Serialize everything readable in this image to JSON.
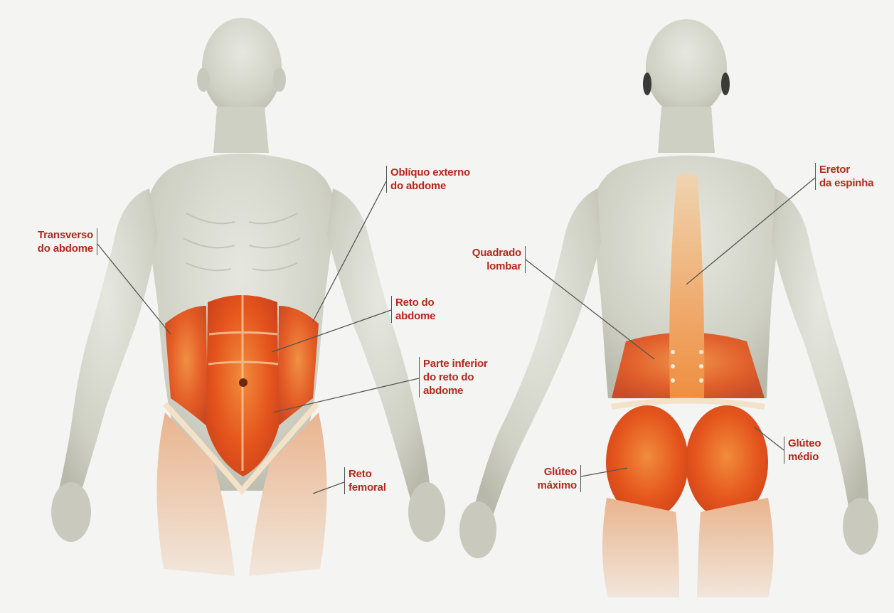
{
  "labels": {
    "obliquo_externo": [
      "Oblíquo externo",
      "do abdome"
    ],
    "transverso": [
      "Transverso",
      "do abdome"
    ],
    "reto_abdome": [
      "Reto do",
      "abdome"
    ],
    "parte_inferior": [
      "Parte inferior",
      "do reto do",
      "abdome"
    ],
    "reto_femoral": [
      "Reto",
      "femoral"
    ],
    "eretor": [
      "Eretor",
      "da espinha"
    ],
    "quadrado": [
      "Quadrado",
      "lombar"
    ],
    "gluteo_medio": [
      "Glúteo",
      "médio"
    ],
    "gluteo_maximo": [
      "Glúteo",
      "máximo"
    ]
  },
  "colors": {
    "label_text": "#b3281c",
    "leader_line": "#555555",
    "skin": "#d8d9cf",
    "muscle_deep": "#e4521c",
    "muscle_light": "#f08a3a",
    "background": "#f4f4f2"
  }
}
